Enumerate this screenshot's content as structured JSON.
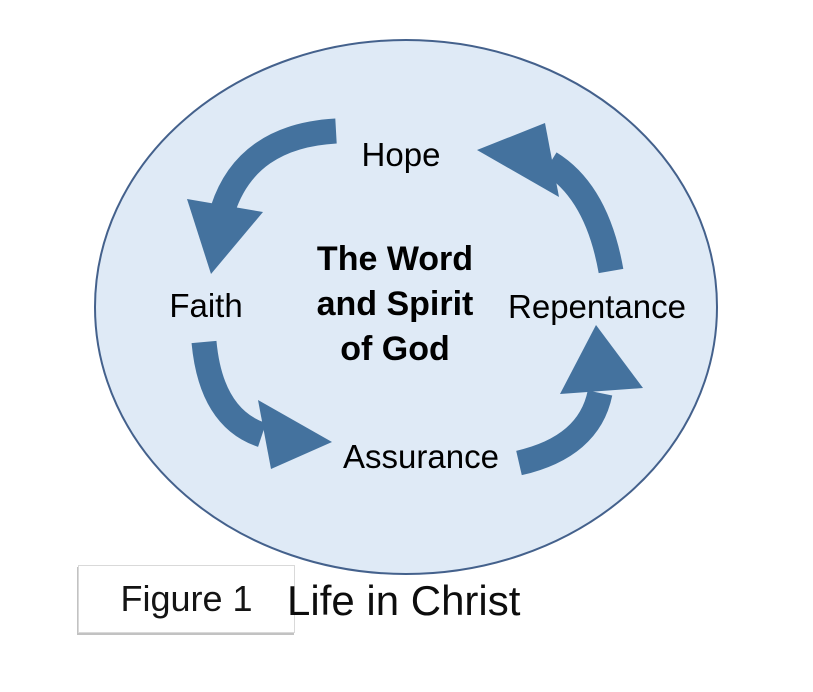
{
  "colors": {
    "background": "#ffffff",
    "ellipse_fill": "#dfeaf6",
    "ellipse_border": "#44618c",
    "arrow": "#44729e",
    "text": "#000000",
    "figure_box_border": "#d9d9d9"
  },
  "diagram": {
    "nodes": [
      {
        "id": "hope",
        "label": "Hope",
        "position": "top"
      },
      {
        "id": "faith",
        "label": "Faith",
        "position": "left"
      },
      {
        "id": "assurance",
        "label": "Assurance",
        "position": "bottom"
      },
      {
        "id": "repentance",
        "label": "Repentance",
        "position": "right"
      }
    ],
    "center_text": {
      "lines": [
        "The Word",
        "and Spirit",
        "of God"
      ]
    },
    "cycle_order": "Hope → Faith → Assurance → Repentance → Hope"
  },
  "caption": {
    "figure_label": "Figure 1",
    "title": "Life in Christ"
  }
}
